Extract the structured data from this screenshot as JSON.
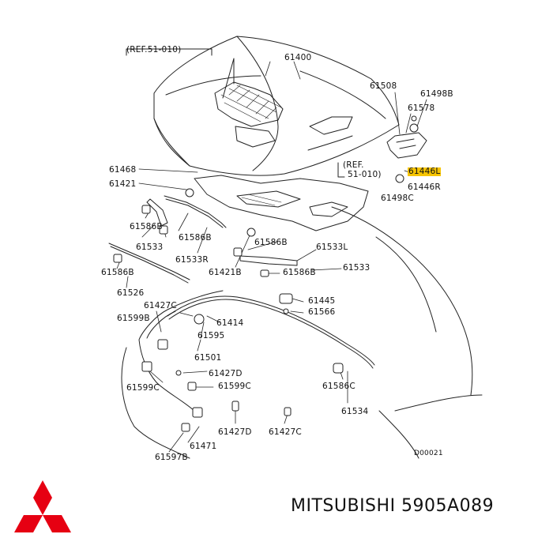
{
  "diagram": {
    "labels": {
      "ref_top": "(REF.51-010)",
      "l61400": "61400",
      "l61508": "61508",
      "l61498B": "61498B",
      "l61578": "61578",
      "ref_right_1": "(REF.",
      "ref_right_2": "51-010)",
      "l61446L": "61446L",
      "l61446R": "61446R",
      "l61498C": "61498C",
      "l61468": "61468",
      "l61421_top": "61421",
      "l61586B_1": "61586B",
      "l61533_left": "61533",
      "l61586B_2": "61586B",
      "l61533R": "61533R",
      "l61586B_3": "61586B",
      "l61533L": "61533L",
      "l61586B_left": "61586B",
      "l61526": "61526",
      "l61421B": "61421B",
      "l61586B_4": "61586B",
      "l61533_right": "61533",
      "l61427C_top": "61427C",
      "l61445": "61445",
      "l61599B": "61599B",
      "l61566": "61566",
      "l61414": "61414",
      "l61595": "61595",
      "l61501": "61501",
      "l61427D_mid": "61427D",
      "l61599C_left": "61599C",
      "l61599C_mid": "61599C",
      "l61586C": "61586C",
      "l61534": "61534",
      "l61471": "61471",
      "l61427D_bot": "61427D",
      "l61427C_bot": "61427C",
      "l61597B": "61597B",
      "code": "D00021"
    }
  },
  "brand": {
    "text": "MITSUBISHI 5905A089",
    "logo_color": "#e60012"
  }
}
